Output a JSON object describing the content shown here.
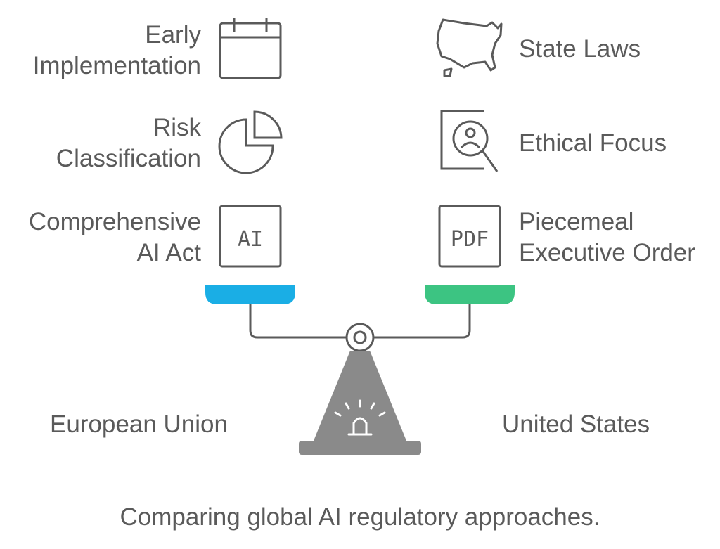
{
  "europe": {
    "label": "European Union",
    "items": [
      {
        "lines": [
          "Early",
          "Implementation"
        ],
        "icon": "calendar-icon"
      },
      {
        "lines": [
          "Risk",
          "Classification"
        ],
        "icon": "pie-chart-icon"
      },
      {
        "lines": [
          "Comprehensive",
          "AI Act"
        ],
        "icon": "ai-document-icon",
        "icon_text": "AI"
      }
    ],
    "pan_color": "#1aaee5"
  },
  "united_states": {
    "label": "United States",
    "items": [
      {
        "lines": [
          "State Laws"
        ],
        "icon": "usa-map-icon"
      },
      {
        "lines": [
          "Ethical Focus"
        ],
        "icon": "person-magnifier-icon"
      },
      {
        "lines": [
          "Piecemeal",
          "Executive Order"
        ],
        "icon": "pdf-document-icon",
        "icon_text": "PDF"
      }
    ],
    "pan_color": "#3cc482"
  },
  "caption": "Comparing global AI regulatory approaches.",
  "colors": {
    "stroke": "#5a5a5a",
    "base": "#8a8a8a",
    "text": "#5a5a5a"
  }
}
